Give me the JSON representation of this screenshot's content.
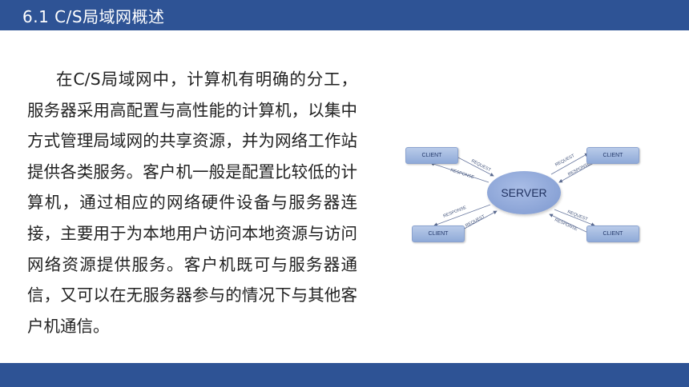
{
  "title": "6.1  C/S局域网概述",
  "body_text": "在C/S局域网中，计算机有明确的分工，服务器采用高配置与高性能的计算机，以集中方式管理局域网的共享资源，并为网络工作站提供各类服务。客户机一般是配置比较低的计算机，通过相应的网络硬件设备与服务器连接，主要用于为本地用户访问本地资源与访问网络资源提供服务。客户机既可与服务器通信，又可以在无服务器参与的情况下与其他客户机通信。",
  "diagram": {
    "server_label": "SERVER",
    "client_label": "CLIENT",
    "request_label": "REQUEST",
    "response_label": "RESPONSE"
  },
  "colors": {
    "bar": "#2e5395",
    "client_box": "#a9bee4",
    "server": "#8aa3d6"
  }
}
